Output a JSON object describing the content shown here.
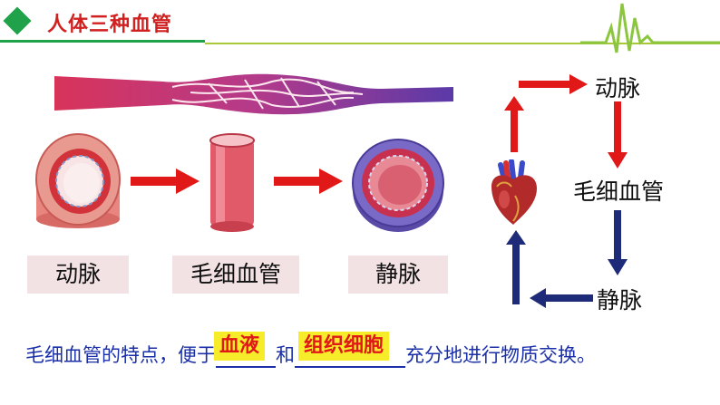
{
  "header": {
    "title": "人体三种血管"
  },
  "vessels": {
    "labels": [
      "动脉",
      "毛细血管",
      "静脉"
    ]
  },
  "circulation": {
    "artery": "动脉",
    "capillary": "毛细血管",
    "vein": "静脉"
  },
  "sentence": {
    "prefix": "毛细血管的特点，便于",
    "answer1": "血液",
    "middle": "和",
    "answer2": "组织细胞",
    "suffix": "充分地进行物质交换。"
  },
  "colors": {
    "accent_green": "#1fa24a",
    "title_red": "#d02020",
    "arrow_red": "#e01818",
    "arrow_blue": "#1d2b78",
    "text_blue": "#1a2fa8",
    "highlight_yellow": "#f6ec2a"
  }
}
